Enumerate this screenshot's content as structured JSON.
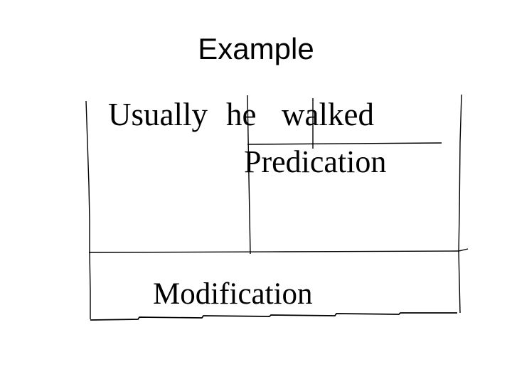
{
  "slide": {
    "title": "Example",
    "sentence": {
      "words": [
        "Usually",
        "he",
        "walked"
      ]
    },
    "labels": {
      "predication": "Predication",
      "modification": "Modification"
    }
  },
  "colors": {
    "background": "#ffffff",
    "ink": "#000000"
  }
}
